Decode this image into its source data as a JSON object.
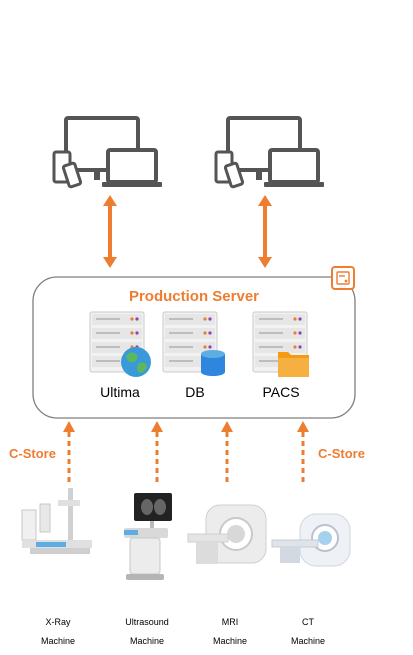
{
  "server": {
    "title": "Production Server"
  },
  "servers": [
    {
      "label": "Ultima",
      "badge_icon": "globe-icon"
    },
    {
      "label": "DB",
      "badge_icon": "database-icon"
    },
    {
      "label": "PACS",
      "badge_icon": "folder-icon"
    }
  ],
  "cstore_left": "C-Store",
  "cstore_right": "C-Store",
  "machines": [
    {
      "line1": "X-Ray",
      "line2": "Machine"
    },
    {
      "line1": "Ultrasound",
      "line2": "Machine"
    },
    {
      "line1": "MRI",
      "line2": "Machine"
    },
    {
      "line1": "CT",
      "line2": "Machine"
    }
  ],
  "colors": {
    "accent": "#ED7D31",
    "device": "#555555",
    "box_border": "#7f7f7f"
  }
}
